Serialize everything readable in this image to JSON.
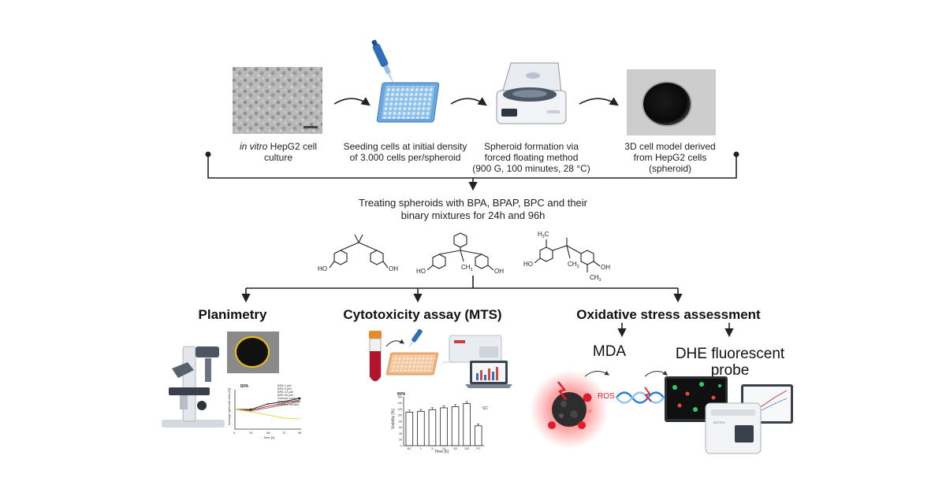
{
  "steps": [
    {
      "italic": "in vitro",
      "rest": " HepG2 cell",
      "line2": "culture"
    },
    {
      "line1": "Seeding cells at initial density",
      "line2": "of 3.000 cells per/spheroid"
    },
    {
      "line1": "Spheroid formation via",
      "line2": "forced floating method",
      "line3": "(900 G, 100 minutes, 28 °C)"
    },
    {
      "line1": "3D cell model derived",
      "line2": "from HepG2 cells",
      "line3": "(spheroid)"
    }
  ],
  "treatment": {
    "line1": "Treating spheroids with BPA, BPAP, BPC and their",
    "line2": "binary mixtures for 24h and 96h"
  },
  "chem": {
    "oh": "OH",
    "ho": "HO",
    "ch3": "CH",
    "h3c": "H",
    "three": "3"
  },
  "branches": {
    "planimetry": "Planimetry",
    "cytotoxicity": "Cytotoxicity assay (MTS)",
    "oxidative": "Oxidative stress assessment"
  },
  "oxidative": {
    "mda": "MDA",
    "dhe_line1": "DHE fluorescent",
    "dhe_line2": "probe",
    "ros": "ROS"
  },
  "planimetry_chart": {
    "title": "BPA",
    "xlabel": "Time [h]",
    "ylabel": "Average spheroid area [%]",
    "xticks": [
      "0",
      "24",
      "48",
      "72",
      "96"
    ],
    "legend": [
      "BPA 1 μM",
      "BPA 5 μM",
      "BPA 10 μM",
      "BPA 50 μM",
      "Solvent control",
      "Negative control",
      "Positive control"
    ]
  },
  "chart_data": {
    "type": "bar",
    "title": "BPA",
    "xlabel": "Time [h]",
    "ylabel": "Viability [%]",
    "categories": [
      "NC",
      "1",
      "5",
      "10",
      "50",
      "100",
      "PC"
    ],
    "values": [
      110,
      112,
      118,
      124,
      128,
      138,
      65
    ],
    "ylim": [
      0,
      160
    ],
    "yticks": [
      "0",
      "20",
      "40",
      "60",
      "80",
      "100",
      "120",
      "140",
      "160"
    ],
    "annotations": [
      "SC"
    ]
  }
}
